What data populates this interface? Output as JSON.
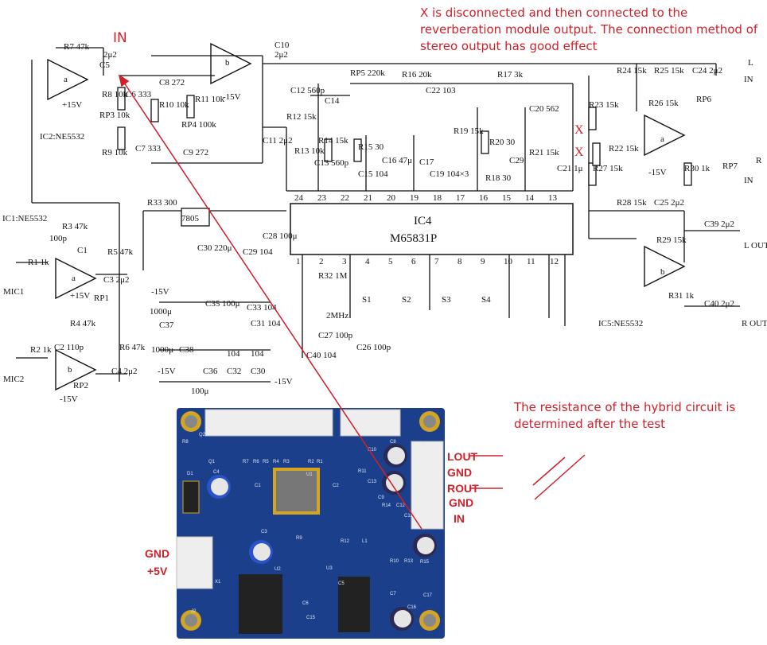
{
  "annotations": {
    "top_note": "X is disconnected and then connected to the reverberation module output. The connection method of stereo output has good effect",
    "resistance_note": "The resistance of the hybrid circuit is determined after the test",
    "in_marker": "IN",
    "x_mark": "X",
    "accent_color": "#d0202a"
  },
  "schematic": {
    "ic4_name": "IC4",
    "ic4_part": "M65831P",
    "ic4_pins_top": [
      "24",
      "23",
      "22",
      "21",
      "20",
      "19",
      "18",
      "17",
      "16",
      "15",
      "14",
      "13"
    ],
    "ic4_pins_bottom": [
      "1",
      "2",
      "3",
      "4",
      "5",
      "6",
      "7",
      "8",
      "9",
      "10",
      "11",
      "12"
    ],
    "labels": [
      "R7 47k",
      "2μ2",
      "C5",
      "+15V",
      "IC2:NE5532",
      "R8 10k",
      "C6 333",
      "RP3 10k",
      "R9 10k",
      "C7 333",
      "C8 272",
      "R10 10k",
      "R11 10k",
      "RP4 100k",
      "C9 272",
      "-15V",
      "C10",
      "2μ2",
      "C12 560p",
      "C14",
      "RP5 220k",
      "R16 20k",
      "C22 103",
      "R17 3k",
      "R12 15k",
      "C11 2μ2",
      "R13 10k",
      "R14 15k",
      "C13 560p",
      "R15 30",
      "C16 47μ",
      "C15 104",
      "C17",
      "C19 104×3",
      "R19 15k",
      "R20 30",
      "R18 30",
      "C20 562",
      "C29",
      "R21 15k",
      "C21 1μ",
      "R23 15k",
      "R22 15k",
      "R27 15k",
      "R24 15k",
      "R25 15k",
      "C24 2μ2",
      "RP6",
      "L",
      "IN",
      "R26 15k",
      "-15V",
      "R30 1k",
      "RP7",
      "R",
      "IN",
      "R28 15k",
      "C25 2μ2",
      "C39 2μ2",
      "L OUT",
      "R29 15k",
      "R31 1k",
      "C40 2μ2",
      "R OUT",
      "IC5:NE5532",
      "IC1:NE5532",
      "R3 47k",
      "100p",
      "C1",
      "R1 1k",
      "MIC1",
      "R5 47k",
      "RP1",
      "C3 2μ2",
      "+15V",
      "R4 47k",
      "C2 110p",
      "R2 1k",
      "MIC2",
      "RP2",
      "-15V",
      "R6 47k",
      "C4 2μ2",
      "R33 300",
      "7805",
      "C30 220μ",
      "C29 104",
      "C28 100μ",
      "-15V",
      "1000μ",
      "C37",
      "C35 100μ",
      "C33 104",
      "C31 104",
      "1000μ",
      "C38",
      "104",
      "104",
      "C36",
      "C32",
      "C30",
      "-15V",
      "-15V",
      "100μ",
      "R32 1M",
      "2MHz",
      "C27 100p",
      "C40 104",
      "C26 100p",
      "S1",
      "S2",
      "S3",
      "S4",
      "a",
      "b",
      "a",
      "b",
      "a",
      "b"
    ]
  },
  "pcb": {
    "connector_labels": [
      "LOUT",
      "GND",
      "ROUT",
      "GND",
      "IN"
    ],
    "power_labels": [
      "GND",
      "+5V"
    ],
    "silkscreen": [
      "R8",
      "Q2",
      "Q1",
      "R7",
      "R6",
      "R5",
      "R4",
      "R3",
      "R2",
      "R1",
      "D1",
      "C4",
      "C1",
      "U1",
      "C2",
      "C8",
      "C10",
      "C13",
      "C9",
      "R11",
      "R14",
      "C12",
      "C11",
      "C3",
      "R9",
      "R12",
      "L1",
      "U2",
      "U3",
      "X1",
      "J2",
      "C5",
      "C6",
      "C15",
      "R10",
      "R13",
      "R15",
      "C17",
      "C7",
      "C16",
      "J1"
    ],
    "board_color": "#1b3f8a"
  }
}
